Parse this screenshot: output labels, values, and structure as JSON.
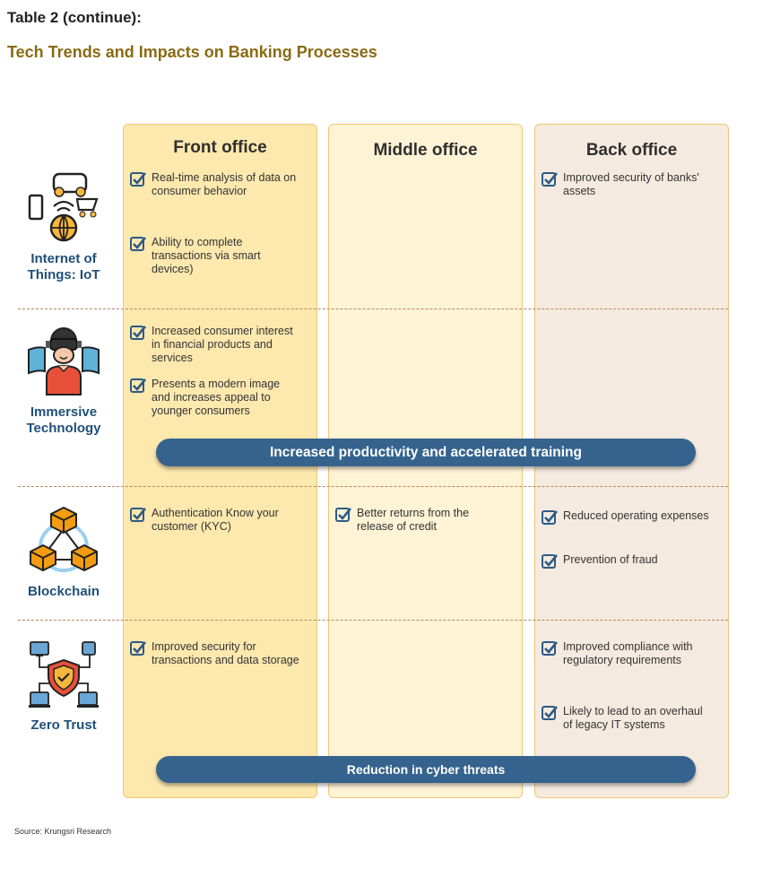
{
  "header": {
    "table_label": "Table 2 (continue):",
    "title": "Tech Trends and Impacts on Banking Processes"
  },
  "columns": [
    {
      "label": "Front office"
    },
    {
      "label": "Middle office"
    },
    {
      "label": "Back office"
    }
  ],
  "rows": {
    "iot": {
      "label": "Internet of Things: IoT",
      "front": [
        "Real-time analysis of data on consumer behavior",
        "Ability to complete transactions via smart devices)"
      ],
      "back": [
        "Improved security of banks' assets"
      ]
    },
    "immersive": {
      "label": "Immersive Technology",
      "front": [
        "Increased consumer interest in financial products and services",
        "Presents a modern image and increases appeal to younger consumers"
      ],
      "banner": "Increased productivity and accelerated training"
    },
    "blockchain": {
      "label": "Blockchain",
      "front": [
        "Authentication Know your customer (KYC)"
      ],
      "middle": [
        "Better returns from the release of credit"
      ],
      "back": [
        "Reduced operating expenses",
        "Prevention of fraud"
      ]
    },
    "zero_trust": {
      "label": "Zero Trust",
      "front": [
        "Improved security for transactions and data storage"
      ],
      "back": [
        "Improved compliance with regulatory requirements",
        "Likely to lead to an overhaul of legacy IT systems"
      ],
      "banner": "Reduction in cyber threats"
    }
  },
  "source": "Source: Krungsri Research",
  "colors": {
    "title": "#8a6a12",
    "label": "#1f4f7a",
    "banner": "#35638e",
    "front_bg": "#fde8ae",
    "middle_bg": "#fff3d6",
    "back_bg": "#f5eadf",
    "check": "#2c5a86"
  },
  "icons": [
    "iot-icon",
    "vr-headset-icon",
    "blockchain-icon",
    "zero-trust-network-icon",
    "checkbox-icon"
  ]
}
